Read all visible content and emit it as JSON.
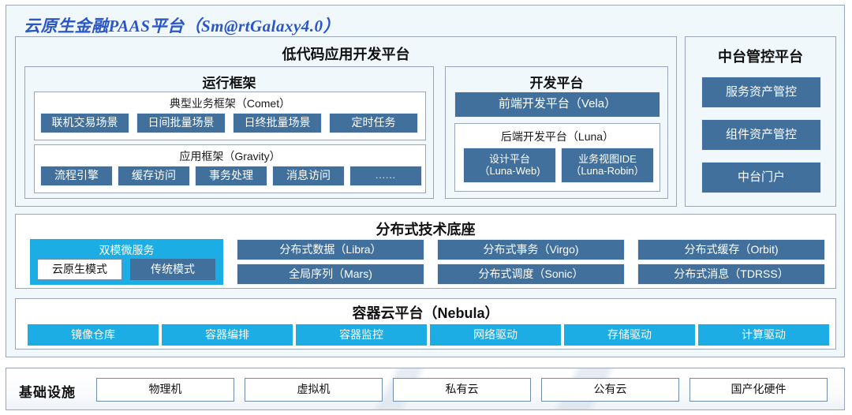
{
  "diagram": {
    "title": "云原生金融PAAS平台（Sm@rtGalaxy4.0）",
    "colors": {
      "accent_blue": "#41709c",
      "accent_cyan": "#1cade4",
      "panel_bg": "#f1f8fc",
      "border": "#9aa6b8",
      "title_text": "#2a56c6"
    }
  },
  "lowcode": {
    "heading": "低代码应用开发平台",
    "runtime": {
      "heading": "运行框架",
      "comet": {
        "heading": "典型业务框架（Comet）",
        "items": [
          "联机交易场景",
          "日间批量场景",
          "日终批量场景",
          "定时任务"
        ]
      },
      "gravity": {
        "heading": "应用框架（Gravity）",
        "items": [
          "流程引擎",
          "缓存访问",
          "事务处理",
          "消息访问",
          "......"
        ]
      }
    },
    "devplatform": {
      "heading": "开发平台",
      "frontend": "前端开发平台（Vela）",
      "backend": {
        "heading": "后端开发平台（Luna）",
        "items": [
          {
            "line1": "设计平台",
            "line2": "（Luna-Web)"
          },
          {
            "line1": "业务视图IDE",
            "line2": "（Luna-Robin）"
          }
        ]
      }
    }
  },
  "midoffice": {
    "heading": "中台管控平台",
    "items": [
      "服务资产管控",
      "组件资产管控",
      "中台门户"
    ]
  },
  "foundation": {
    "heading": "分布式技术底座",
    "dualmode": {
      "heading": "双模微服务",
      "items": [
        "云原生模式",
        "传统模式"
      ]
    },
    "grid": [
      "分布式数据（Libra）",
      "分布式事务（Virgo)",
      "分布式缓存（Orbit)",
      "全局序列（Mars)",
      "分布式调度（Sonic）",
      "分布式消息（TDRSS）"
    ]
  },
  "container": {
    "heading": "容器云平台（Nebula）",
    "items": [
      "镜像仓库",
      "容器编排",
      "容器监控",
      "网络驱动",
      "存储驱动",
      "计算驱动"
    ]
  },
  "infrastructure": {
    "label": "基础设施",
    "items": [
      "物理机",
      "虚拟机",
      "私有云",
      "公有云",
      "国产化硬件"
    ]
  }
}
